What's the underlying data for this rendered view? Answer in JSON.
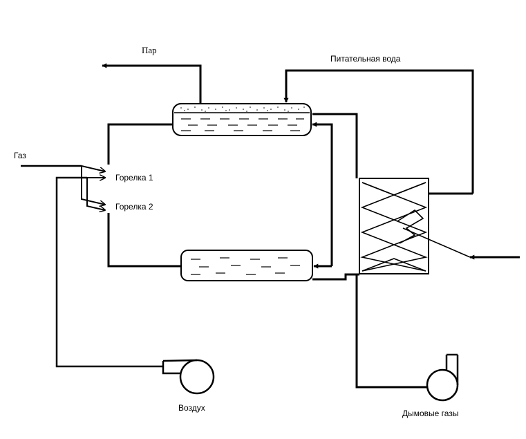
{
  "labels": {
    "steam": "Пар",
    "feedwater": "Питательная вода",
    "gas": "Газ",
    "burner1": "Горелка 1",
    "burner2": "Горелка 2",
    "air": "Воздух",
    "flue_gases": "Дымовые газы"
  },
  "colors": {
    "line": "#000000",
    "background": "#ffffff"
  }
}
